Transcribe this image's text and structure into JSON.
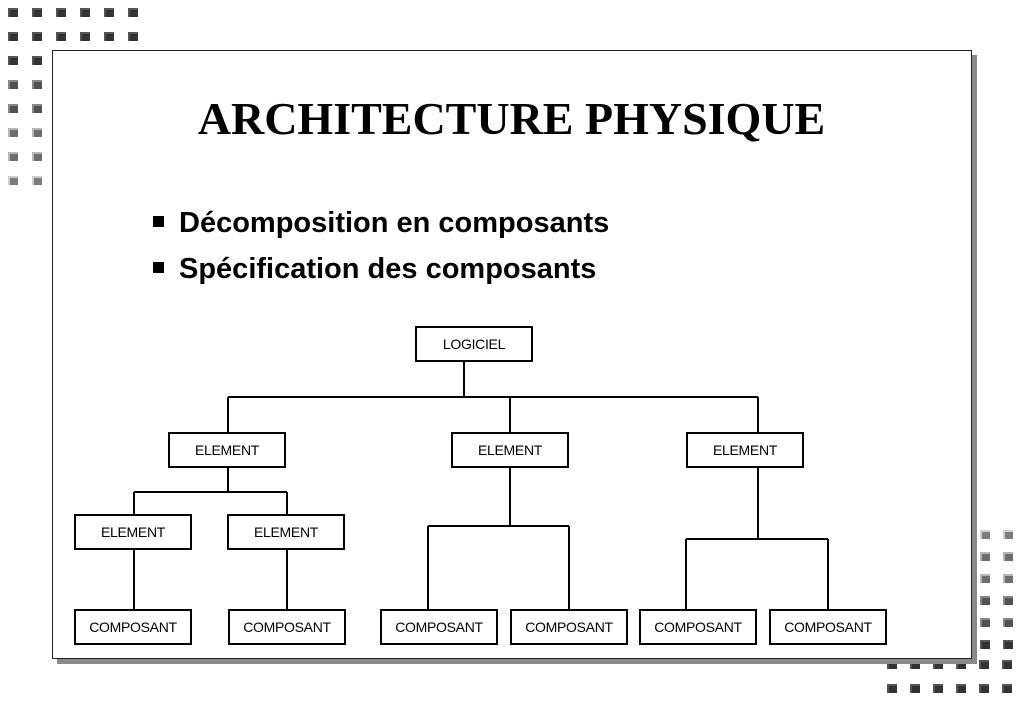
{
  "slide": {
    "title": "ARCHITECTURE PHYSIQUE",
    "bullets": [
      "Décomposition en composants",
      "Spécification des composants"
    ]
  },
  "diagram": {
    "root": "LOGICIEL",
    "elements": [
      "ELEMENT",
      "ELEMENT",
      "ELEMENT"
    ],
    "sub_elements": [
      "ELEMENT",
      "ELEMENT"
    ],
    "components": [
      "COMPOSANT",
      "COMPOSANT",
      "COMPOSANT",
      "COMPOSANT",
      "COMPOSANT",
      "COMPOSANT"
    ]
  }
}
